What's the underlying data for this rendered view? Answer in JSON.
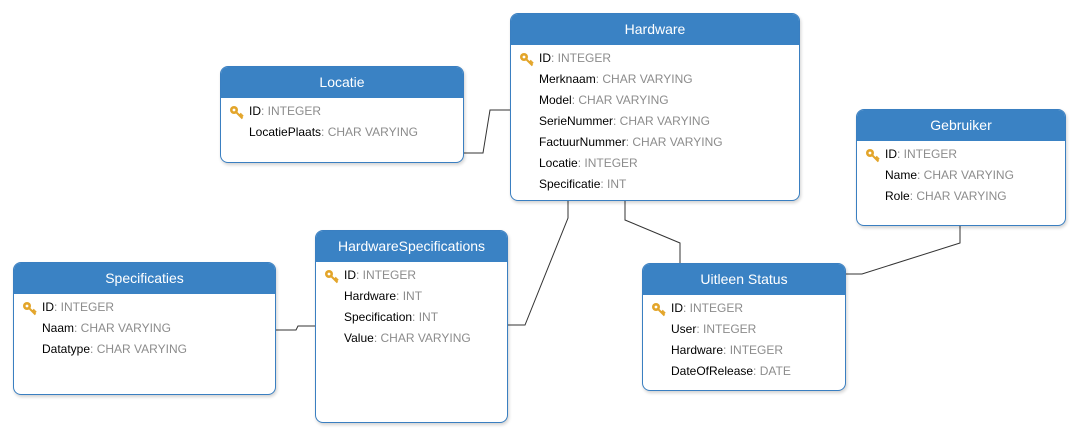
{
  "entities": {
    "locatie": {
      "title": "Locatie",
      "fields": [
        {
          "name": "ID",
          "type": ": INTEGER",
          "pk": true
        },
        {
          "name": "LocatiePlaats",
          "type": ": CHAR VARYING",
          "pk": false
        }
      ]
    },
    "hardware": {
      "title": "Hardware",
      "fields": [
        {
          "name": "ID",
          "type": ": INTEGER",
          "pk": true
        },
        {
          "name": "Merknaam",
          "type": ": CHAR VARYING",
          "pk": false
        },
        {
          "name": "Model",
          "type": ": CHAR VARYING",
          "pk": false
        },
        {
          "name": "SerieNummer",
          "type": ": CHAR VARYING",
          "pk": false
        },
        {
          "name": "FactuurNummer",
          "type": ": CHAR VARYING",
          "pk": false
        },
        {
          "name": "Locatie",
          "type": ": INTEGER",
          "pk": false
        },
        {
          "name": "Specificatie",
          "type": ": INT",
          "pk": false
        }
      ]
    },
    "gebruiker": {
      "title": "Gebruiker",
      "fields": [
        {
          "name": "ID",
          "type": ": INTEGER",
          "pk": true
        },
        {
          "name": "Name",
          "type": ": CHAR VARYING",
          "pk": false
        },
        {
          "name": "Role",
          "type": ": CHAR VARYING",
          "pk": false
        }
      ]
    },
    "specificaties": {
      "title": "Specificaties",
      "fields": [
        {
          "name": "ID",
          "type": ": INTEGER",
          "pk": true
        },
        {
          "name": "Naam",
          "type": ": CHAR VARYING",
          "pk": false
        },
        {
          "name": "Datatype",
          "type": ": CHAR VARYING",
          "pk": false
        }
      ]
    },
    "hardwarespecifications": {
      "title": "HardwareSpecifications",
      "fields": [
        {
          "name": "ID",
          "type": ": INTEGER",
          "pk": true
        },
        {
          "name": "Hardware",
          "type": ": INT",
          "pk": false
        },
        {
          "name": "Specification",
          "type": ": INT",
          "pk": false
        },
        {
          "name": "Value",
          "type": ": CHAR VARYING",
          "pk": false
        }
      ]
    },
    "uitleenstatus": {
      "title": "Uitleen Status",
      "fields": [
        {
          "name": "ID",
          "type": ": INTEGER",
          "pk": true
        },
        {
          "name": "User",
          "type": ": INTEGER",
          "pk": false
        },
        {
          "name": "Hardware",
          "type": ": INTEGER",
          "pk": false
        },
        {
          "name": "DateOfRelease",
          "type": ": DATE",
          "pk": false
        }
      ]
    }
  },
  "colors": {
    "header": "#3a82c4",
    "border": "#3a7fc1",
    "type_text": "#8c8c8c",
    "key_icon": "#e3a52a",
    "connector": "#333333"
  }
}
